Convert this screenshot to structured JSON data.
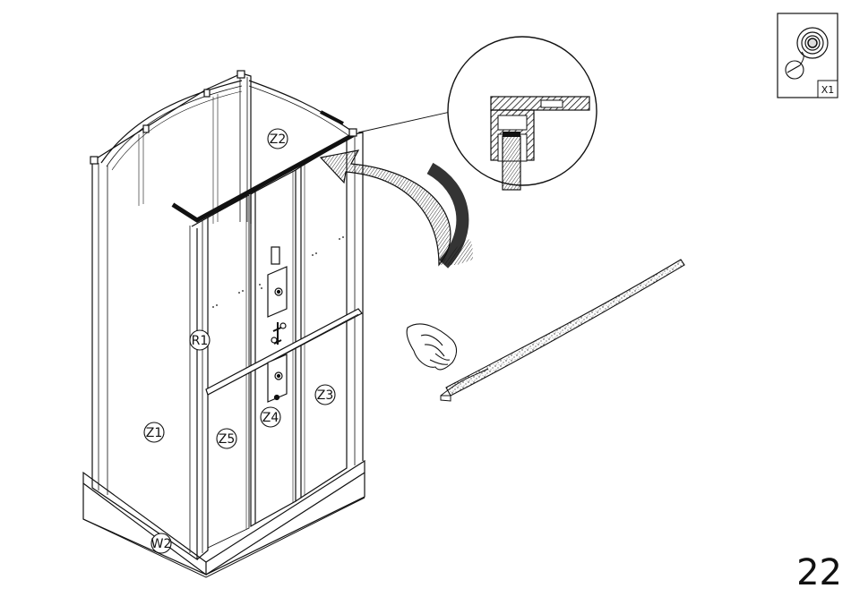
{
  "parts": {
    "z1": "Z1",
    "z2": "Z2",
    "z3": "Z3",
    "z4": "Z4",
    "z5": "Z5",
    "r1": "R1",
    "w2": "W2"
  },
  "kit_badge": {
    "quantity": "X1",
    "icon": "sealant-tape-roll-icon"
  },
  "page_number": "22",
  "colors": {
    "ink": "#111111",
    "paper": "#ffffff"
  }
}
